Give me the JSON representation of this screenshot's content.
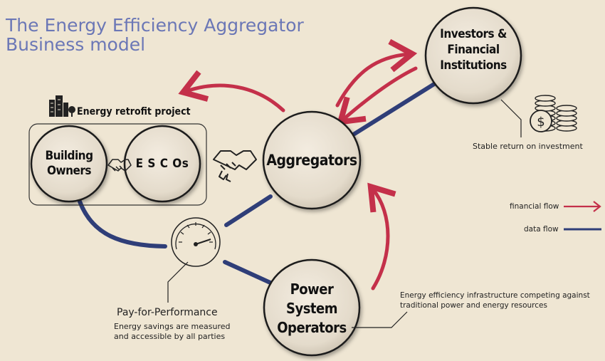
{
  "title": {
    "line1": "The Energy Efficiency Aggregator",
    "line2": "Business model"
  },
  "nodes": {
    "investors": "Investors & Financial Institutions",
    "aggregators": "Aggregators",
    "building_owners": "Building Owners",
    "escos": "E S C Os",
    "power_system_operators": "Power System Operators"
  },
  "labels": {
    "retrofit_project": "Energy retrofit project",
    "stable_return": "Stable return on investment",
    "pay_for_performance": "Pay-for-Performance",
    "pfp_note_1": "Energy savings are measured",
    "pfp_note_2": "and accessible by all parties",
    "pso_note_1": "Energy efficiency infrastructure competing against",
    "pso_note_2": "traditional power and energy resources"
  },
  "legend": {
    "financial": "financial flow",
    "data": "data flow"
  },
  "colors": {
    "background": "#efe6d3",
    "financial_flow": "#c4304a",
    "data_flow": "#2f3e78",
    "title": "#6b77b6",
    "circle_fill": "#e8dfcf",
    "circle_stroke": "#1b1b1b"
  },
  "icons": [
    "building-icon",
    "handshake-icon",
    "gauge-icon",
    "coins-dollar-icon"
  ]
}
